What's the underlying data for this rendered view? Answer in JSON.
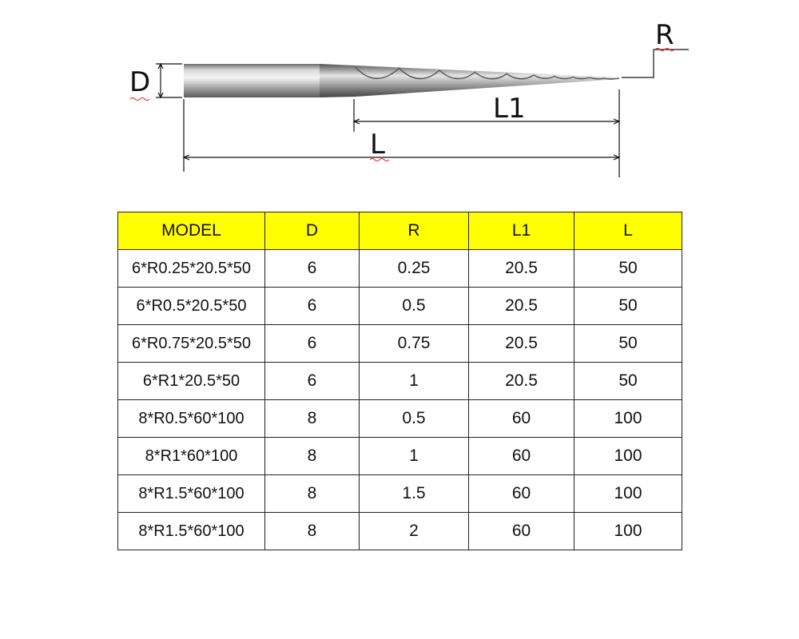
{
  "diagram": {
    "labels": {
      "diameter": "D",
      "radius": "R",
      "flute_length": "L1",
      "total_length": "L"
    }
  },
  "table": {
    "headers": [
      "MODEL",
      "D",
      "R",
      "L1",
      "L"
    ],
    "rows": [
      [
        "6*R0.25*20.5*50",
        "6",
        "0.25",
        "20.5",
        "50"
      ],
      [
        "6*R0.5*20.5*50",
        "6",
        "0.5",
        "20.5",
        "50"
      ],
      [
        "6*R0.75*20.5*50",
        "6",
        "0.75",
        "20.5",
        "50"
      ],
      [
        "6*R1*20.5*50",
        "6",
        "1",
        "20.5",
        "50"
      ],
      [
        "8*R0.5*60*100",
        "8",
        "0.5",
        "60",
        "100"
      ],
      [
        "8*R1*60*100",
        "8",
        "1",
        "60",
        "100"
      ],
      [
        "8*R1.5*60*100",
        "8",
        "1.5",
        "60",
        "100"
      ],
      [
        "8*R1.5*60*100",
        "8",
        "2",
        "60",
        "100"
      ]
    ]
  },
  "colors": {
    "header_bg": "#ffff00",
    "grid": "#222222"
  }
}
